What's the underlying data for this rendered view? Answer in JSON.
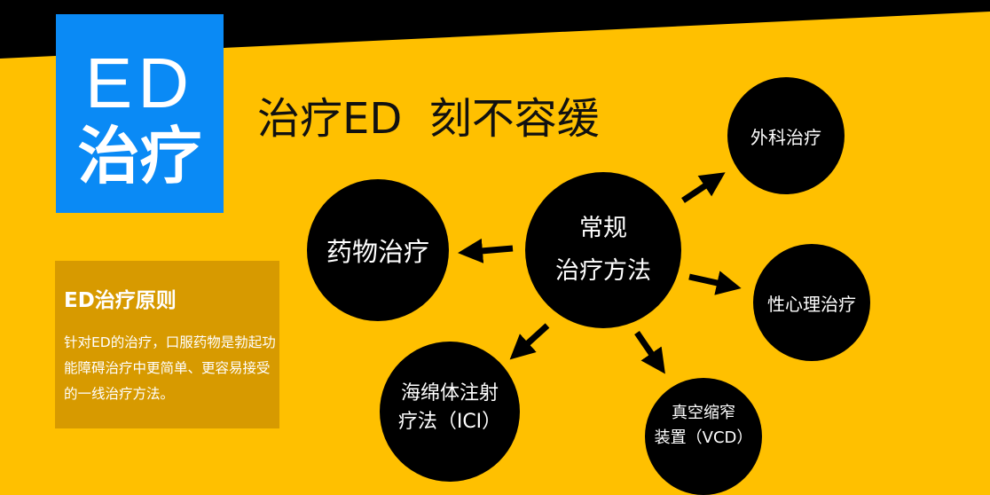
{
  "logo": {
    "line1": "ED",
    "line2": "治疗"
  },
  "headline": "治疗ED  刻不容缓",
  "principle": {
    "title": "ED治疗原则",
    "body": "针对ED的治疗，口服药物是勃起功能障碍治疗中更简单、更容易接受的一线治疗方法。"
  },
  "diagram": {
    "center": {
      "line1": "常规",
      "line2": "治疗方法"
    },
    "nodes": {
      "drug": "药物治疗",
      "surgery": "外科治疗",
      "psych": "性心理治疗",
      "ici_line1": "海绵体注射",
      "ici_line2": "疗法（ICI）",
      "vcd_line1": "真空缩窄",
      "vcd_line2": "装置（VCD）"
    }
  },
  "colors": {
    "background": "#ffc000",
    "band": "#000000",
    "logo": "#0a8af5",
    "panel": "#d79a00"
  }
}
